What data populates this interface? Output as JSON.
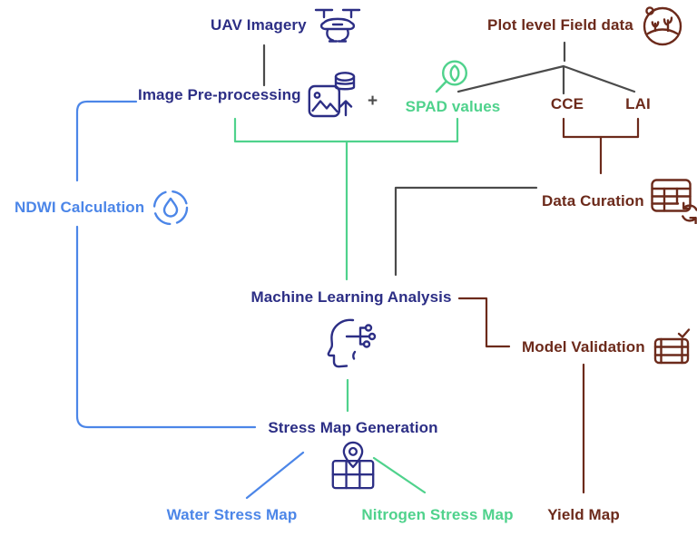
{
  "colors": {
    "navy": "#2c2e85",
    "green": "#4fd28c",
    "maroon": "#6c2a1b",
    "blue": "#4c86e8",
    "gray": "#4b4b4b",
    "background": "#ffffff"
  },
  "nodes": {
    "uav_imagery": {
      "label": "UAV Imagery",
      "icon": "drone-icon",
      "color": "navy"
    },
    "plot_level_field_data": {
      "label": "Plot level Field data",
      "icon": "field-plants-icon",
      "color": "maroon"
    },
    "image_preprocessing": {
      "label": "Image Pre-processing",
      "icon": "image-database-upload-icon",
      "color": "navy"
    },
    "plus_operator": {
      "label": "+",
      "color": "gray"
    },
    "spad_values": {
      "label": "SPAD values",
      "icon": "leaf-magnifier-icon",
      "color": "green"
    },
    "cce": {
      "label": "CCE",
      "color": "maroon"
    },
    "lai": {
      "label": "LAI",
      "color": "maroon"
    },
    "data_curation": {
      "label": "Data Curation",
      "icon": "table-sync-icon",
      "color": "maroon"
    },
    "ndwi_calculation": {
      "label": "NDWI Calculation",
      "icon": "water-drop-icon",
      "color": "blue"
    },
    "machine_learning_analysis": {
      "label": "Machine Learning Analysis",
      "icon": "ai-head-circuit-icon",
      "color": "navy"
    },
    "model_validation": {
      "label": "Model Validation",
      "icon": "table-check-icon",
      "color": "maroon"
    },
    "stress_map_generation": {
      "label": "Stress Map Generation",
      "icon": "map-pin-icon",
      "color": "navy"
    },
    "water_stress_map": {
      "label": "Water Stress Map",
      "color": "blue"
    },
    "nitrogen_stress_map": {
      "label": "Nitrogen Stress Map",
      "color": "green"
    },
    "yield_map": {
      "label": "Yield Map",
      "color": "maroon"
    }
  },
  "connections": [
    {
      "from": "UAV Imagery",
      "to": "Image Pre-processing",
      "color": "gray"
    },
    {
      "from": "Plot level Field data",
      "to": "SPAD values",
      "color": "gray"
    },
    {
      "from": "Plot level Field data",
      "to": "CCE",
      "color": "gray"
    },
    {
      "from": "Plot level Field data",
      "to": "LAI",
      "color": "gray"
    },
    {
      "from": "Image Pre-processing + SPAD values",
      "to": "Machine Learning Analysis",
      "color": "green"
    },
    {
      "from": "Image Pre-processing",
      "to": "NDWI Calculation",
      "color": "blue"
    },
    {
      "from": "CCE + LAI",
      "to": "Data Curation",
      "color": "maroon"
    },
    {
      "from": "Data Curation",
      "to": "Machine Learning Analysis",
      "color": "gray"
    },
    {
      "from": "Machine Learning Analysis",
      "to": "Model Validation",
      "color": "maroon"
    },
    {
      "from": "Machine Learning Analysis",
      "to": "Stress Map Generation",
      "color": "green"
    },
    {
      "from": "NDWI Calculation",
      "to": "Stress Map Generation",
      "color": "blue"
    },
    {
      "from": "Stress Map Generation",
      "to": "Water Stress Map",
      "color": "blue"
    },
    {
      "from": "Stress Map Generation",
      "to": "Nitrogen Stress Map",
      "color": "green"
    },
    {
      "from": "Model Validation",
      "to": "Yield Map",
      "color": "maroon"
    }
  ]
}
